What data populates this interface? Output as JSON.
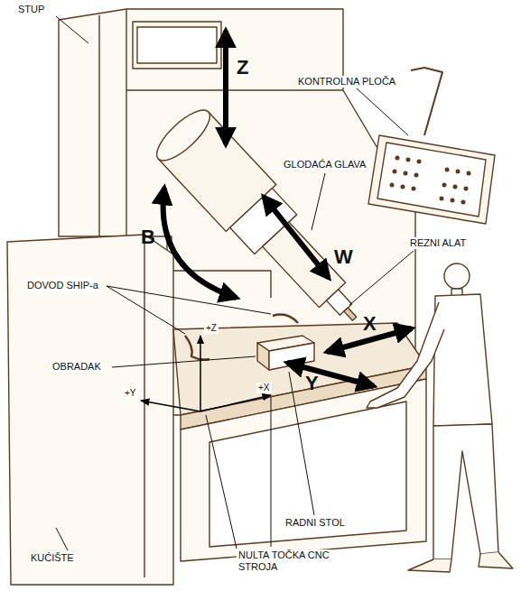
{
  "diagram": {
    "labels": [
      "STUP",
      "KONTROLNA PLOČA",
      "GLODAĆA GLAVA",
      "REZNI ALAT",
      "DOVOD SHIP-a",
      "OBRADAK",
      "RADNI STOL",
      "KUĆIŠTE",
      "NULTA TOČKA CNC STROJA",
      "Z",
      "B",
      "W",
      "X",
      "Y",
      "+Z",
      "+Y",
      "+X"
    ]
  }
}
